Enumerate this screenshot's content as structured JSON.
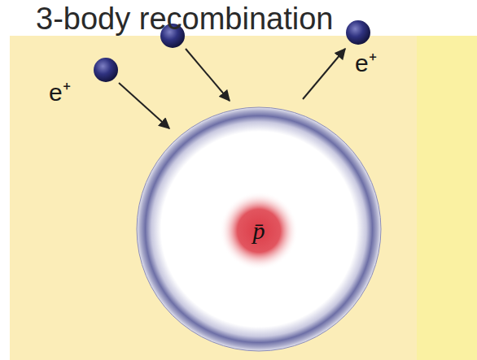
{
  "diagram": {
    "title": "3-body recombination",
    "nodes": [
      {
        "text": [
          "p̄"
        ]
      }
    ],
    "labels": [
      "e⁺",
      "e⁺"
    ]
  }
}
